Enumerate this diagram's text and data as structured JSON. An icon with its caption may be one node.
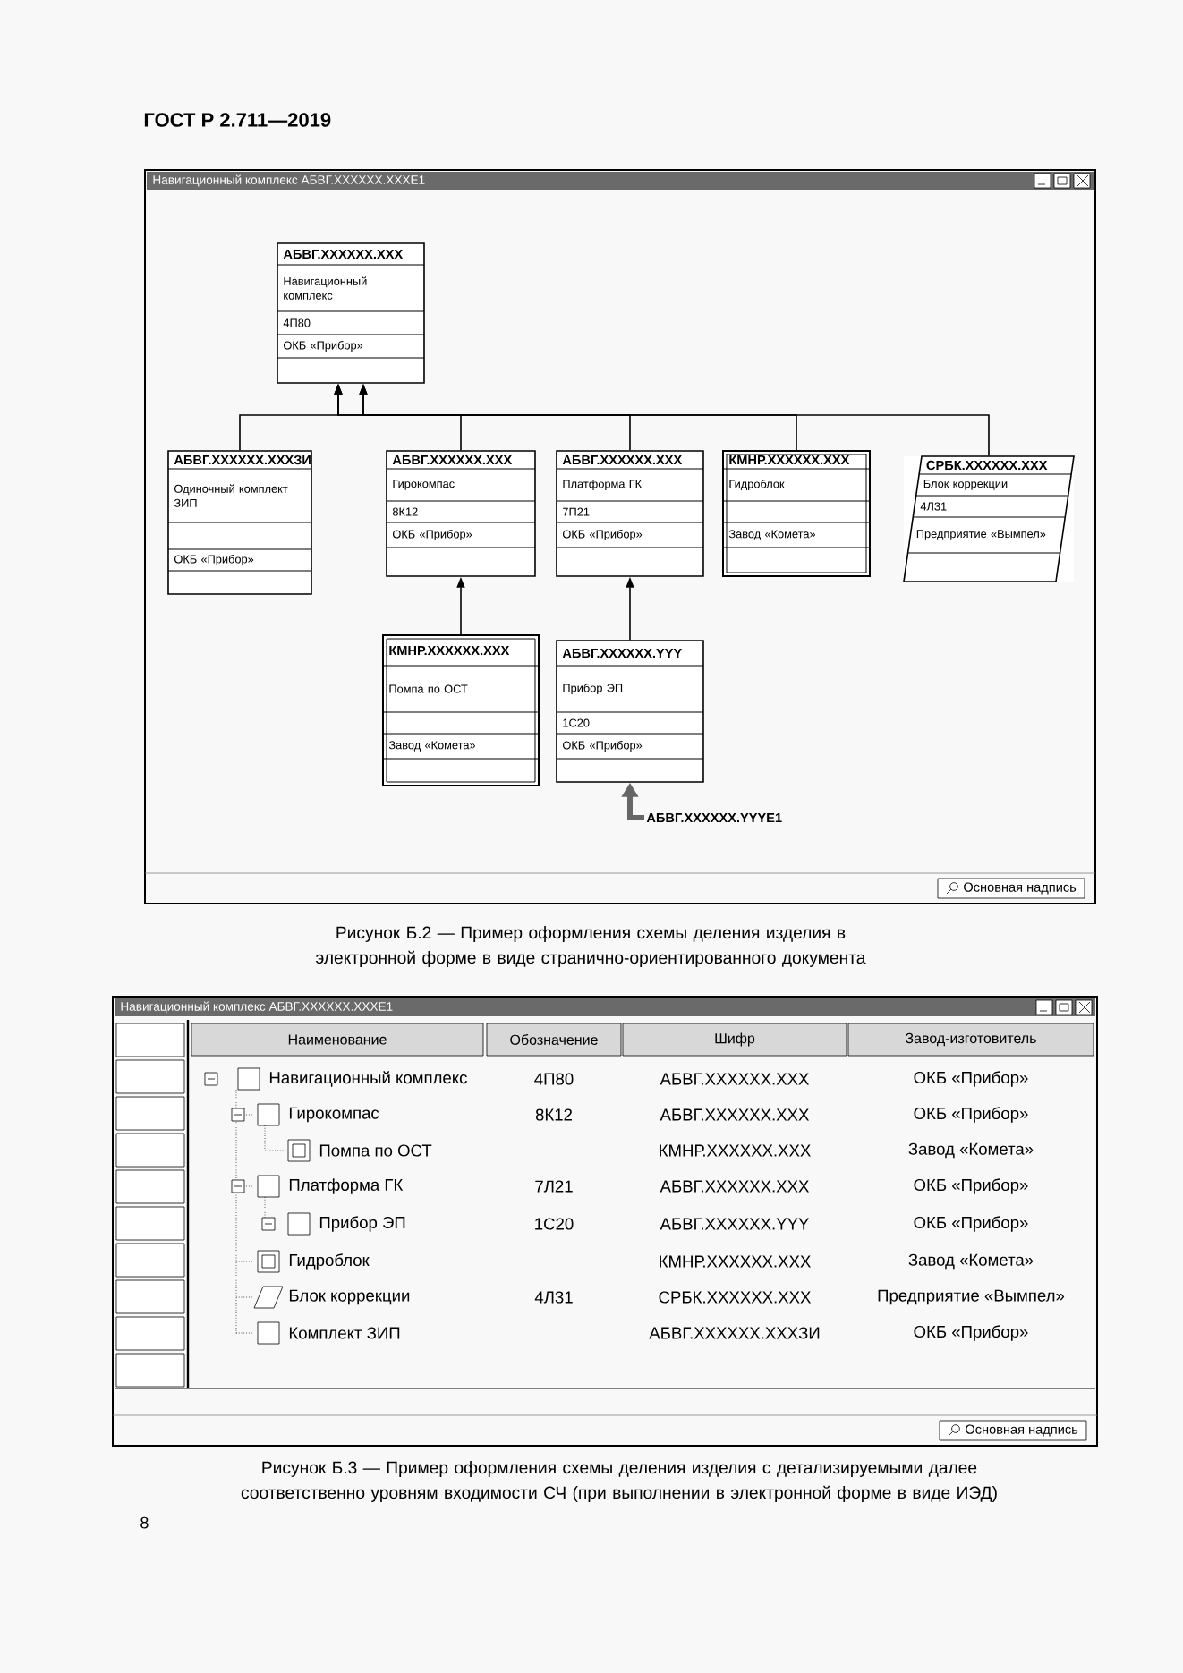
{
  "diagram": {
    "title": "ГОСТ Р 2.711—2019",
    "nodes": [
      {
        "text": [
          "Навигационный комплекс АБВГ.XXXXXX.XXXE1",
          "Основная надпись"
        ]
      },
      {
        "text": [
          "АБВГ.XXXXXX.XXX",
          "Навигационный комплекс",
          "4П80",
          "ОКБ «Прибор»"
        ],
        "in": 0
      },
      {
        "text": [
          "АБВГ.XXXXXX.XXXЗИ",
          "Одиночный комплект ЗИП",
          "ОКБ «Прибор»"
        ],
        "in": 0
      },
      {
        "text": [
          "АБВГ.XXXXXX.XXX",
          "Гирокомпас",
          "8К12",
          "ОКБ «Прибор»"
        ],
        "in": 0
      },
      {
        "text": [
          "АБВГ.XXXXXX.XXX",
          "Платформа ГК",
          "7П21",
          "ОКБ «Прибор»"
        ],
        "in": 0
      },
      {
        "text": [
          "КМНР.XXXXXX.XXX",
          "Гидроблок",
          "Завод «Комета»"
        ],
        "in": 0
      },
      {
        "text": [
          "СРБК.XXXXXX.XXX",
          "Блок коррекции",
          "4Л31",
          "Предприятие «Вымпел»"
        ],
        "in": 0
      },
      {
        "text": [
          "КМНР.XXXXXX.XXX",
          "Помпа по ОСТ",
          "Завод «Комета»"
        ],
        "in": 0
      },
      {
        "text": [
          "АБВГ.XXXXXX.YYY",
          "Прибор ЭП",
          "1С20",
          "ОКБ «Прибор»"
        ],
        "in": 0
      },
      {
        "text": [
          "АБВГ.XXXXXX.YYYE1"
        ],
        "in": 0
      },
      {
        "text": [
          "Навигационный комплекс АБВГ.XXXXXX.XXXE1",
          "Основная надпись"
        ]
      }
    ],
    "edges": [
      {
        "from": 2,
        "to": 1,
        "arrow": "to"
      },
      {
        "from": 3,
        "to": 1,
        "arrow": "to"
      },
      {
        "from": 4,
        "to": 1,
        "arrow": "to"
      },
      {
        "from": 5,
        "to": 1,
        "arrow": "to"
      },
      {
        "from": 6,
        "to": 1,
        "arrow": "to"
      },
      {
        "from": 7,
        "to": 3,
        "arrow": "to"
      },
      {
        "from": 8,
        "to": 4,
        "arrow": "to"
      },
      {
        "from": 9,
        "to": 8,
        "arrow": "to",
        "style": "thick",
        "color": "#666666"
      }
    ],
    "labels": [
      "Рисунок Б.2 — Пример оформления схемы деления изделия в электронной форме в виде странично-ориентированного документа",
      "Наименование",
      "Обозначение",
      "Шифр",
      "Завод-изготовитель",
      "Навигационный комплекс",
      "4П80",
      "АБВГ.XXXXXX.XXX",
      "ОКБ «Прибор»",
      "Гирокомпас",
      "8К12",
      "АБВГ.XXXXXX.XXX",
      "ОКБ «Прибор»",
      "Помпа по ОСТ",
      "КМНР.XXXXXX.XXX",
      "Завод «Комета»",
      "Платформа ГК",
      "7Л21",
      "АБВГ.XXXXXX.XXX",
      "ОКБ «Прибор»",
      "Прибор ЭП",
      "1С20",
      "АБВГ.XXXXXX.YYY",
      "ОКБ «Прибор»",
      "Гидроблок",
      "КМНР.XXXXXX.XXX",
      "Завод «Комета»",
      "Блок коррекции",
      "4Л31",
      "СРБК.XXXXXX.XXX",
      "Предприятие «Вымпел»",
      "Комплект ЗИП",
      "АБВГ.XXXXXX.XXXЗИ",
      "ОКБ «Прибор»",
      "Рисунок Б.3 — Пример оформления схемы деления изделия с детализируемыми далее соответственно уровням входимости СЧ (при выполнении в электронной форме в виде ИЭД)",
      "8"
    ]
  }
}
